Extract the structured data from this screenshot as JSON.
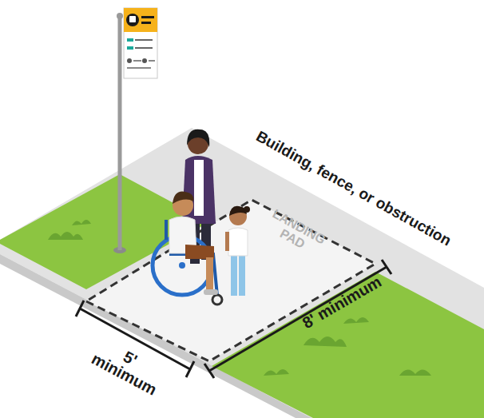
{
  "diagram": {
    "nodes": [
      {
        "text": [
          "LANDING PAD"
        ]
      }
    ],
    "labels": [
      "Building, fence, or obstruction",
      "8' minimum",
      "5' minimum"
    ]
  }
}
